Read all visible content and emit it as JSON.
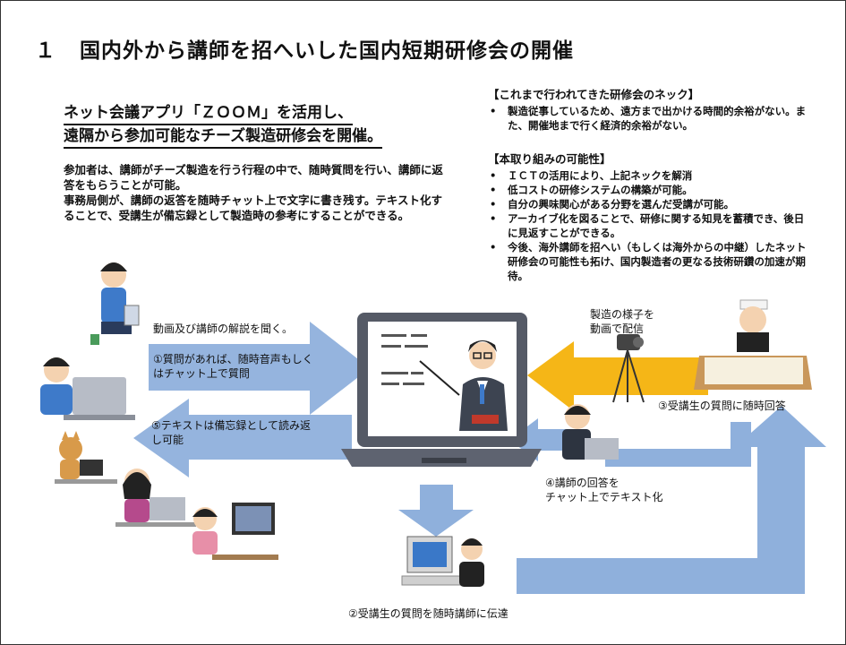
{
  "title": {
    "number": "１",
    "text": "国内外から講師を招へいした国内短期研修会の開催"
  },
  "headline": {
    "line1": "ネット会議アプリ「ＺＯＯＭ」を活用し、",
    "line2": "遠隔から参加可能なチーズ製造研修会を開催。"
  },
  "description": [
    "参加者は、講師がチーズ製造を行う行程の中で、随時質問を行い、講師に返答をもらうことが可能。",
    "事務局側が、講師の返答を随時チャット上で文字に書き残す。テキスト化することで、受講生が備忘録として製造時の参考にすることができる。"
  ],
  "bottlenecks": {
    "heading": "【これまで行われてきた研修会のネック】",
    "items": [
      "製造従事しているため、遠方まで出かける時間的余裕がない。また、開催地まで行く経済的余裕がない。"
    ]
  },
  "possibilities": {
    "heading": "【本取り組みの可能性】",
    "items": [
      "ＩＣＴの活用により、上記ネックを解消",
      "低コストの研修システムの構築が可能。",
      "自分の興味関心がある分野を選んだ受講が可能。",
      "アーカイブ化を図ることで、研修に関する知見を蓄積でき、後日に見返すことができる。",
      "今後、海外講師を招へい（もしくは海外からの中継）したネット研修会の可能性も拓け、国内製造者の更なる技術研鑽の加速が期待。"
    ]
  },
  "diagram": {
    "label_listen": "動画及び講師の解説を聞く。",
    "label_q1_line1": "①質問があれば、随時音声もしく",
    "label_q1_line2": "はチャット上で質問",
    "label_q5_line1": "⑤テキストは備忘録として読み返",
    "label_q5_line2": "し可能",
    "label_q2": "②受講生の質問を随時講師に伝達",
    "label_q3": "③受講生の質問に随時回答",
    "label_q4_line1": "④講師の回答を",
    "label_q4_line2": "チャット上でテキスト化",
    "label_stream_line1": "製造の様子を",
    "label_stream_line2": "動画で配信"
  },
  "colors": {
    "arrow_blue": "#8fb0dc",
    "arrow_yellow": "#f5b617",
    "monitor": "#555a66"
  }
}
